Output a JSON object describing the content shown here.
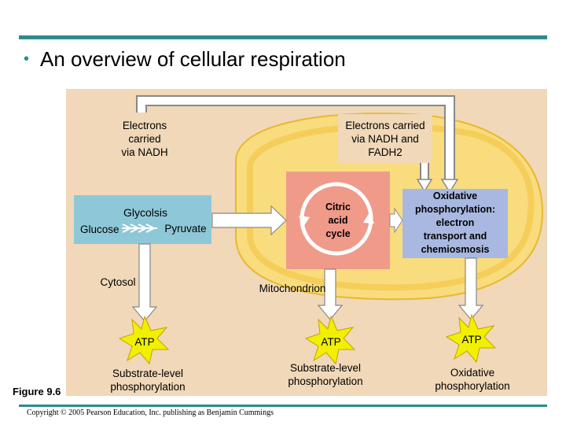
{
  "header": {
    "bullet": "•",
    "title": "An overview of cellular respiration"
  },
  "diagram": {
    "electrons_nadh": [
      "Electrons",
      "carried",
      "via NADH"
    ],
    "electrons_nadh_fadh": [
      "Electrons carried",
      "via NADH and",
      "FADH2"
    ],
    "glycolysis": {
      "title": "Glycolsis",
      "input": "Glucose",
      "output": "Pyruvate"
    },
    "citric_acid_cycle": [
      "Citric",
      "acid",
      "cycle"
    ],
    "oxidative_phosphorylation": [
      "Oxidative",
      "phosphorylation:",
      "electron",
      "transport and",
      "chemiosmosis"
    ],
    "cytosol": "Cytosol",
    "mitochondrion": "Mitochondrion",
    "atp": [
      "ATP",
      "ATP",
      "ATP"
    ],
    "substrate_level_1": [
      "Substrate-level",
      "phosphorylation"
    ],
    "substrate_level_2": [
      "Substrate-level",
      "phosphorylation"
    ],
    "oxidative_label": [
      "Oxidative",
      "phosphorylation"
    ]
  },
  "footer": {
    "figure": "Figure 9.6",
    "copyright": "Copyright © 2005 Pearson Education, Inc. publishing as Benjamin Cummings"
  },
  "colors": {
    "accent": "#2e8b8b",
    "panel": "#f0d8b8",
    "mito": "#f8dc7e",
    "citric_box": "#f09a8a",
    "glycolysis_box": "#8ec8d8",
    "oxphos_box": "#a8b8e0",
    "atp_star": "#f0f000"
  }
}
